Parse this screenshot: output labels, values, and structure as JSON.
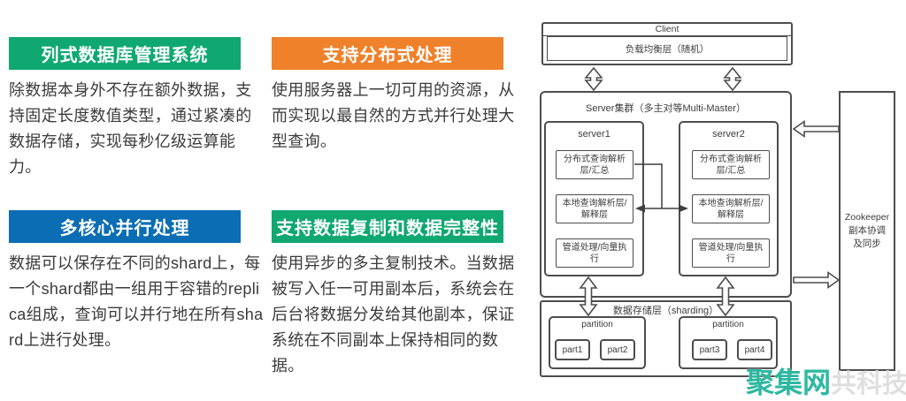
{
  "features": [
    {
      "title": "列式数据库管理系统",
      "body": "除数据本身外不存在额外数据，支持固定长度数值类型，通过紧凑的数据存储，实现每秒亿级运算能力。",
      "color": "#0FA870"
    },
    {
      "title": "支持分布式处理",
      "body": "使用服务器上一切可用的资源，从而实现以最自然的方式并行处理大型查询。",
      "color": "#EF812B"
    },
    {
      "title": "多核心并行处理",
      "body": "数据可以保存在不同的shard上，每一个shard都由一组用于容错的replica组成，查询可以并行地在所有shard上进行处理。",
      "color": "#0B6DB3"
    },
    {
      "title": "支持数据复制和数据完整性",
      "body": "使用异步的多主复制技术。当数据被写入任一可用副本后，系统会在后台将数据分发给其他副本，保证系统在不同副本上保持相同的数据。",
      "color": "#0FA870"
    }
  ],
  "diagram": {
    "client": {
      "title": "Client",
      "load_balancer": "负载均衡层（随机）"
    },
    "cluster_title": "Server集群（多主对等Multi-Master）",
    "servers": [
      {
        "name": "server1",
        "layers": [
          "分布式查询解析\n层/汇总",
          "本地查询解析层/\n解释层",
          "管道处理/向量执\n行"
        ]
      },
      {
        "name": "server2",
        "layers": [
          "分布式查询解析\n层/汇总",
          "本地查询解析层/\n解释层",
          "管道处理/向量执\n行"
        ]
      }
    ],
    "storage_title": "数据存储层（sharding）",
    "partitions": [
      {
        "label": "partition",
        "parts": [
          "part1",
          "part2"
        ]
      },
      {
        "label": "partition",
        "parts": [
          "part3",
          "part4"
        ]
      }
    ],
    "zookeeper": "Zookeeper\n副本协调\n及同步"
  },
  "watermark": {
    "brand": "聚集网",
    "suffix": "共科技"
  },
  "colors": {
    "green": "#0FA870",
    "orange": "#EF812B",
    "blue": "#0B6DB3",
    "line": "#4D4D4D",
    "teal": "#2EB8A0"
  }
}
